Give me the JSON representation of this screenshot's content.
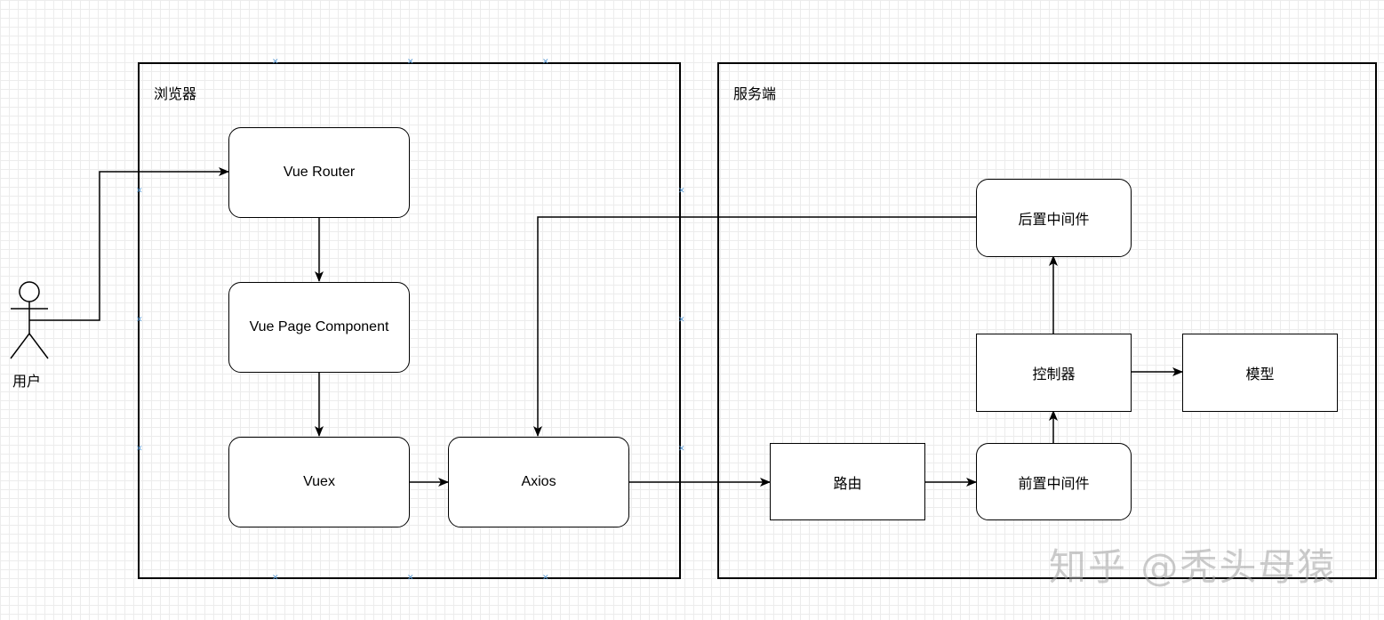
{
  "containers": {
    "browser": {
      "label": "浏览器"
    },
    "server": {
      "label": "服务端"
    }
  },
  "actor": {
    "label": "用户"
  },
  "nodes": {
    "vue_router": "Vue Router",
    "vue_page_component": "Vue Page Component",
    "vuex": "Vuex",
    "axios": "Axios",
    "routing": "路由",
    "pre_middleware": "前置中间件",
    "controller": "控制器",
    "post_middleware": "后置中间件",
    "model": "模型"
  },
  "watermark": "知乎 @秃头母猿"
}
